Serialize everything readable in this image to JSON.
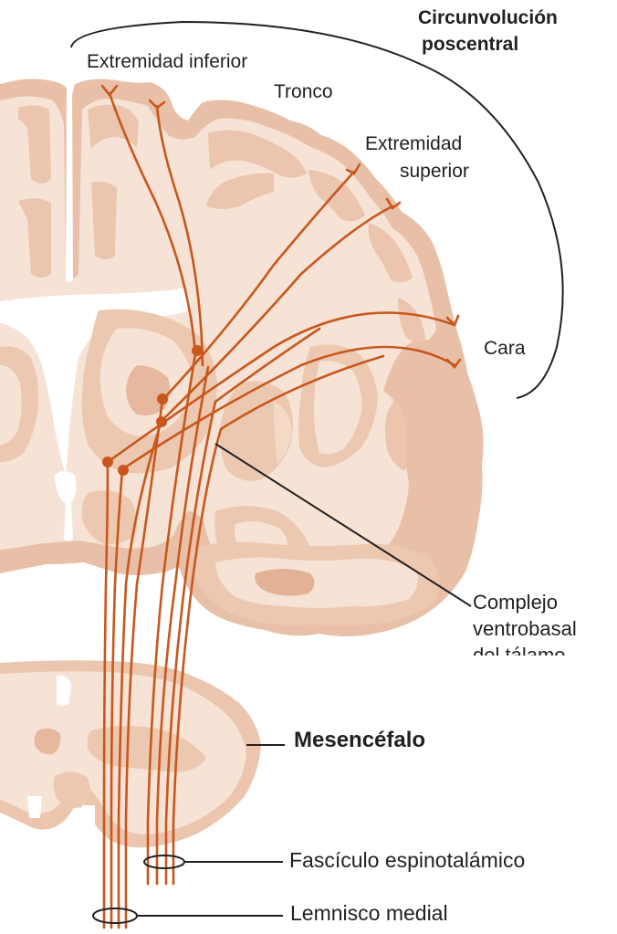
{
  "labels": {
    "circunvolucion_line1": "Circunvolución",
    "circunvolucion_line2": "poscentral",
    "extremidad_inferior": "Extremidad inferior",
    "tronco": "Tronco",
    "extremidad_superior_line1": "Extremidad",
    "extremidad_superior_line2": "superior",
    "cara": "Cara",
    "complejo_line1": "Complejo",
    "complejo_line2": "ventrobasal",
    "complejo_line3": "del tálamo",
    "mesencefalo": "Mesencéfalo",
    "fasciculo": "Fascículo espinotalámico",
    "lemnisco": "Lemnisco medial"
  },
  "colors": {
    "background": "#ffffff",
    "tissue_light": "#f6e3d6",
    "tissue_mid": "#edcbb5",
    "tissue_dark": "#e3b296",
    "fiber": "#c8571d",
    "line": "#231f20"
  }
}
